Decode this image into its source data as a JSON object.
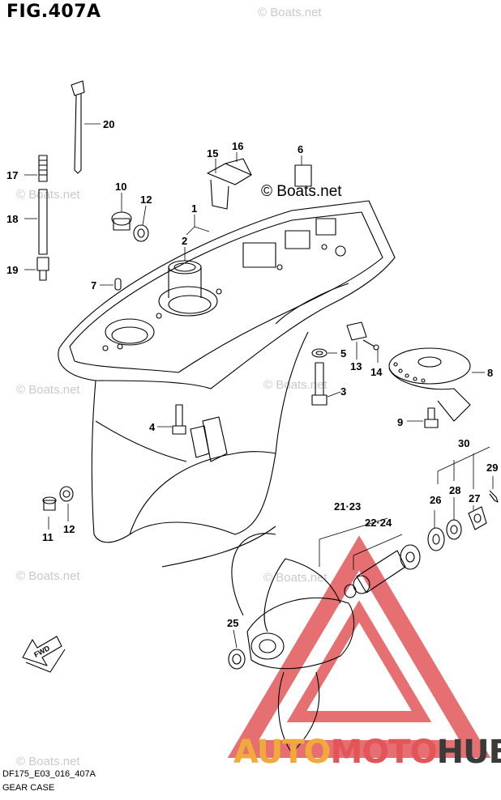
{
  "figure": {
    "title": "FIG.407A",
    "code": "DF175_E03_016_407A",
    "caption": "GEAR CASE",
    "copyright": "© Boats.net",
    "watermark": "© Boats.net",
    "fwd_label": "FWD"
  },
  "brand": {
    "part1": "AUTO",
    "part2": "MOTO",
    "part3": "HUB",
    "colors": [
      "#f2a93b",
      "#e2565a",
      "#3a3a3a"
    ]
  },
  "callouts": [
    "20",
    "17",
    "15",
    "16",
    "6",
    "10",
    "12",
    "18",
    "1",
    "2",
    "19",
    "7",
    "5",
    "13",
    "14",
    "8",
    "3",
    "4",
    "9",
    "30",
    "29",
    "26",
    "28",
    "27",
    "11",
    "12",
    "21·23",
    "22·24",
    "25"
  ]
}
